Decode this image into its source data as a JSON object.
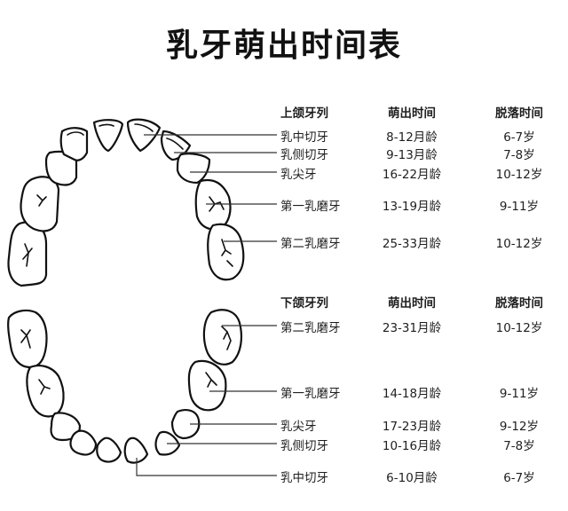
{
  "title": "乳牙萌出时间表",
  "upper": {
    "headers": {
      "jaw": "上颌牙列",
      "eruption": "萌出时间",
      "shedding": "脱落时间"
    },
    "rows": [
      {
        "tooth": "乳中切牙",
        "eruption": "8-12月龄",
        "shedding": "6-7岁"
      },
      {
        "tooth": "乳侧切牙",
        "eruption": "9-13月龄",
        "shedding": "7-8岁"
      },
      {
        "tooth": "乳尖牙",
        "eruption": "16-22月龄",
        "shedding": "10-12岁"
      },
      {
        "tooth": "第一乳磨牙",
        "eruption": "13-19月龄",
        "shedding": "9-11岁"
      },
      {
        "tooth": "第二乳磨牙",
        "eruption": "25-33月龄",
        "shedding": "10-12岁"
      }
    ]
  },
  "lower": {
    "headers": {
      "jaw": "下颌牙列",
      "eruption": "萌出时间",
      "shedding": "脱落时间"
    },
    "rows": [
      {
        "tooth": "第二乳磨牙",
        "eruption": "23-31月龄",
        "shedding": "10-12岁"
      },
      {
        "tooth": "第一乳磨牙",
        "eruption": "14-18月龄",
        "shedding": "9-11岁"
      },
      {
        "tooth": "乳尖牙",
        "eruption": "17-23月龄",
        "shedding": "9-12岁"
      },
      {
        "tooth": "乳侧切牙",
        "eruption": "10-16月龄",
        "shedding": "7-8岁"
      },
      {
        "tooth": "乳中切牙",
        "eruption": "6-10月龄",
        "shedding": "6-7岁"
      }
    ]
  }
}
